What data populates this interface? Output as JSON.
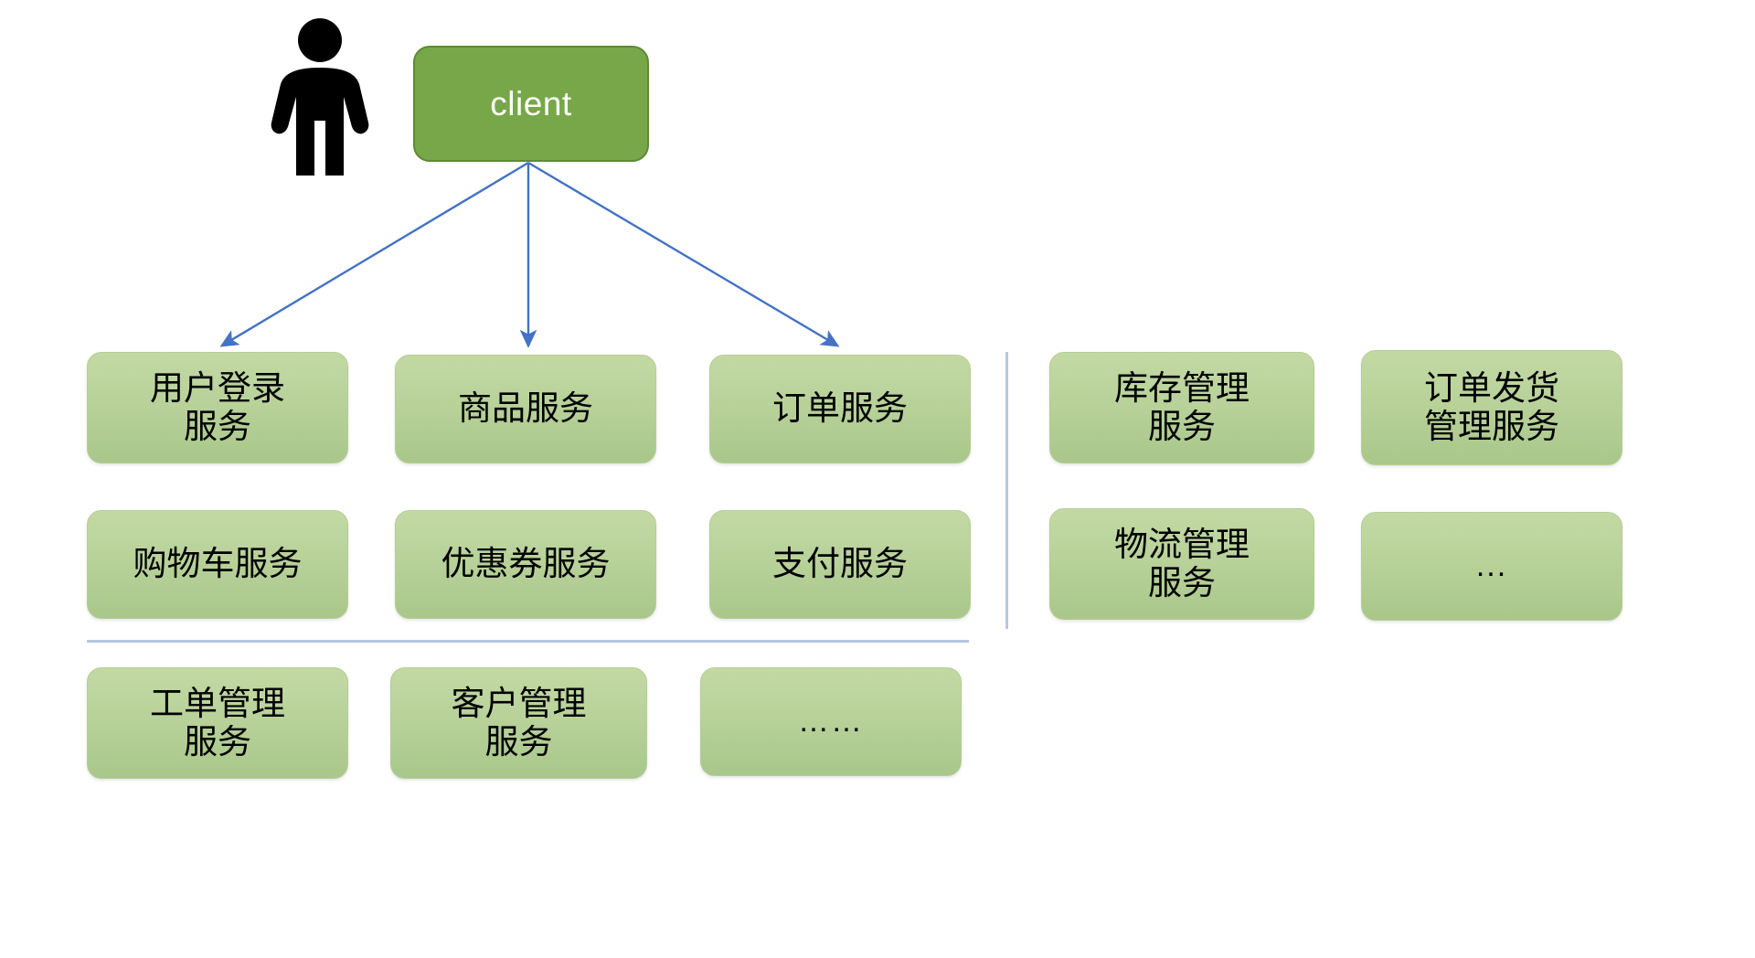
{
  "diagram": {
    "title": "microservice-decomposition-diagram",
    "colors": {
      "client_fill": "#78a74a",
      "client_border": "#5d8a33",
      "client_text": "#ffffff",
      "service_fill": "#b7d199",
      "service_border": "#b4ce95",
      "service_text": "#000000",
      "arrow": "#4472c4",
      "divider": "#b6c7e0",
      "actor": "#000000",
      "background": "#ffffff"
    },
    "actor": {
      "icon": "person-icon",
      "label": ""
    },
    "client": {
      "label": "client"
    },
    "edges": [
      {
        "from": "client",
        "to": "用户登录服务"
      },
      {
        "from": "client",
        "to": "商品服务"
      },
      {
        "from": "client",
        "to": "订单服务"
      }
    ],
    "left_group": {
      "rows": [
        [
          {
            "label": "用户登录\n服务",
            "kind": "service",
            "lines": 2
          },
          {
            "label": "商品服务",
            "kind": "service",
            "lines": 1
          },
          {
            "label": "订单服务",
            "kind": "service",
            "lines": 1
          }
        ],
        [
          {
            "label": "购物车服务",
            "kind": "service",
            "lines": 1
          },
          {
            "label": "优惠券服务",
            "kind": "service",
            "lines": 1
          },
          {
            "label": "支付服务",
            "kind": "service",
            "lines": 1
          }
        ],
        [
          {
            "label": "工单管理\n服务",
            "kind": "service",
            "lines": 2
          },
          {
            "label": "客户管理\n服务",
            "kind": "service",
            "lines": 2
          },
          {
            "label": "……",
            "kind": "placeholder",
            "lines": 1
          }
        ]
      ]
    },
    "right_group": {
      "rows": [
        [
          {
            "label": "库存管理\n服务",
            "kind": "service",
            "lines": 2
          },
          {
            "label": "订单发货\n管理服务",
            "kind": "service",
            "lines": 2
          }
        ],
        [
          {
            "label": "物流管理\n服务",
            "kind": "service",
            "lines": 2
          },
          {
            "label": "...",
            "kind": "placeholder",
            "lines": 1
          }
        ]
      ]
    }
  }
}
